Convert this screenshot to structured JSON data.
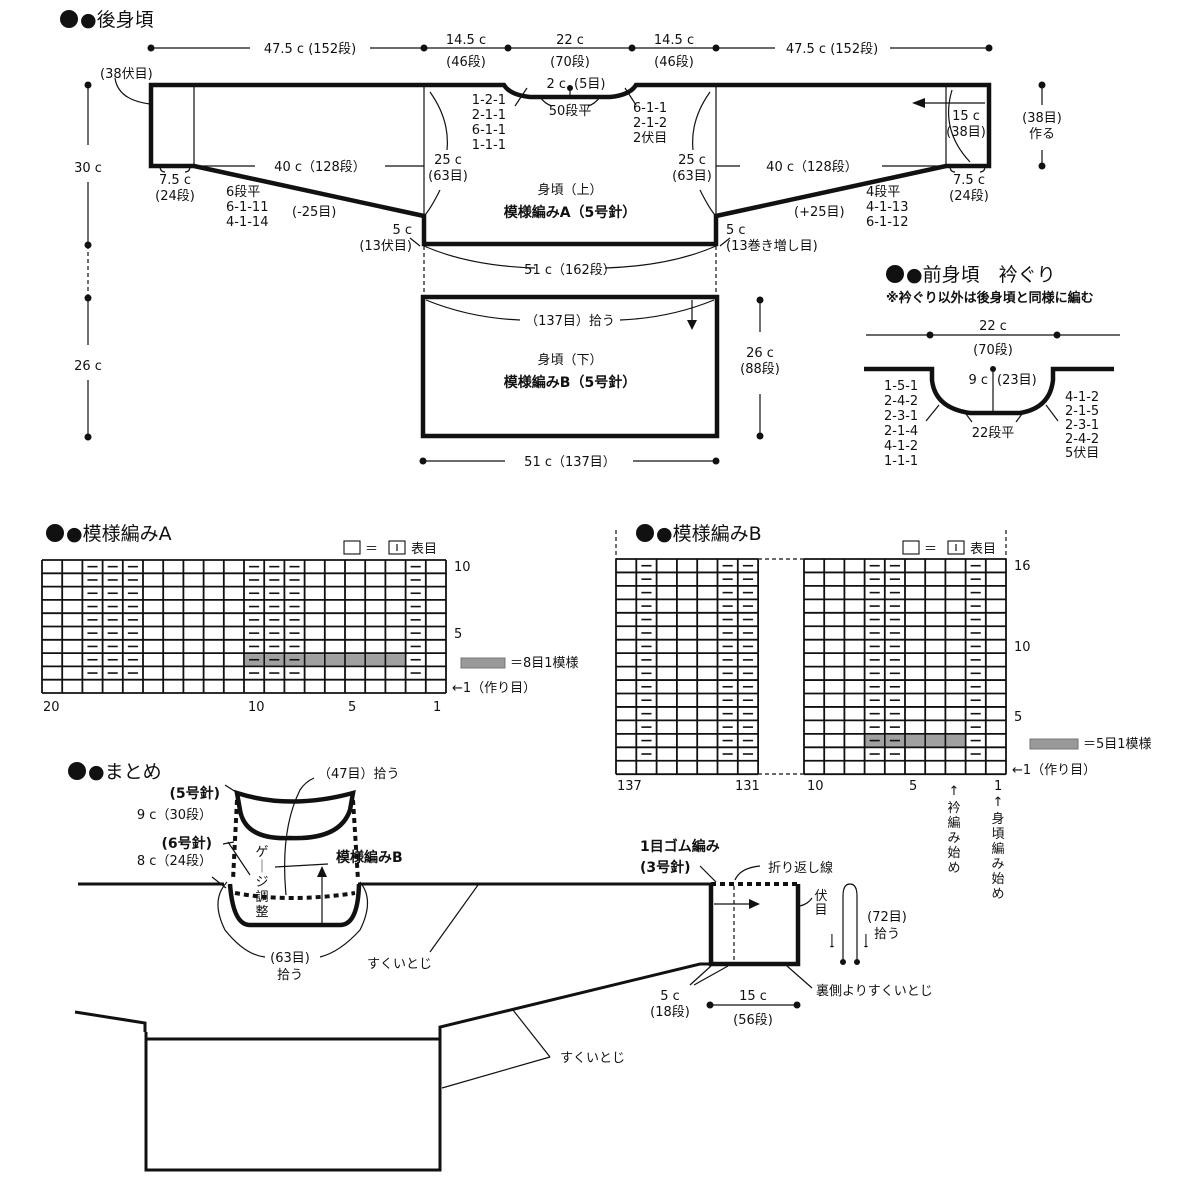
{
  "back_body": {
    "title": "●後身頃",
    "dims_top": [
      {
        "value": "47.5 c",
        "rows": "(152段)"
      },
      {
        "value": "14.5 c",
        "rows": "(46段)"
      },
      {
        "value": "22 c",
        "rows": "(70段)"
      },
      {
        "value": "14.5 c",
        "rows": "(46段)"
      },
      {
        "value": "47.5 c",
        "rows": "(152段)"
      }
    ],
    "left_bind_off": "(38伏目)",
    "height_upper": "30 c",
    "height_lower": "26 c",
    "neck_depth": "2 c",
    "neck_depth_sts": "(5目)",
    "neck_flat": "50段平",
    "neck_left_dec": [
      "1-2-1",
      "2-1-1",
      "6-1-1",
      "1-1-1"
    ],
    "neck_right_dec": [
      "6-1-1",
      "2-1-2",
      "2伏目"
    ],
    "sleeve_len_left": "40 c（128段）",
    "sleeve_len_right": "40 c（128段）",
    "armhole_left": "25 c",
    "armhole_left_sts": "(63目)",
    "armhole_right": "25 c",
    "armhole_right_sts": "(63目)",
    "cuff_left": "7.5 c",
    "cuff_left_rows": "(24段)",
    "cuff_right": "7.5 c",
    "cuff_right_rows": "(24段)",
    "left_dec": [
      "6段平",
      "6-1-11",
      "4-1-14"
    ],
    "left_dec_total": "(-25目)",
    "right_inc": [
      "4段平",
      "4-1-13",
      "6-1-12"
    ],
    "right_inc_total": "(+25目)",
    "side_left": "5 c",
    "side_left_sts": "(13伏目)",
    "side_right": "5 c",
    "side_right_sts": "(13巻き増し目)",
    "cast_on_width": "15 c",
    "cast_on_sts": "(38目)",
    "cast_on_note": "(38目)",
    "cast_on_note2": "作る",
    "upper_label": "身頃（上）",
    "upper_pattern": "模様編みA（5号針）",
    "upper_width": "51 c（162段）",
    "lower_pickup": "（137目）拾う",
    "lower_label": "身頃（下）",
    "lower_pattern": "模様編みB（5号針）",
    "lower_height": "26 c",
    "lower_height_rows": "(88段)",
    "lower_width": "51 c（137目）"
  },
  "front_neck": {
    "title": "●前身頃　衿ぐり",
    "note": "※衿ぐり以外は後身頃と同様に編む",
    "width": "22 c",
    "width_rows": "(70段)",
    "depth": "9 c",
    "depth_sts": "(23目)",
    "flat": "22段平",
    "left_dec": [
      "1-5-1",
      "2-4-2",
      "2-3-1",
      "2-1-4",
      "4-1-2",
      "1-1-1"
    ],
    "right_dec": [
      "4-1-2",
      "2-1-5",
      "2-3-1",
      "2-4-2",
      "5伏目"
    ]
  },
  "pattern_a": {
    "title": "●模様編みA",
    "legend_eq": "＝",
    "legend_label": "表目",
    "repeat_label": "＝8目1模様",
    "cast_on_label": "←1（作り目）",
    "row_labels": [
      "10",
      "5"
    ],
    "col_labels": [
      "20",
      "10",
      "5",
      "1"
    ],
    "cols": 20,
    "rows": 10,
    "purl_cols": [
      18,
      17,
      16,
      10,
      9,
      8,
      2
    ],
    "purl_rows_from": 2,
    "repeat_row": 3,
    "repeat_cols": [
      10,
      3
    ],
    "highlight_color": "#a0a0a0"
  },
  "pattern_b": {
    "title": "●模様編みB",
    "legend_eq": "＝",
    "legend_label": "表目",
    "repeat_label": "＝5目1模様",
    "cast_on_label": "←1（作り目）",
    "row_labels": [
      "16",
      "10",
      "5"
    ],
    "col_labels": [
      "137",
      "131",
      "10",
      "5",
      "1"
    ],
    "left_cols": [
      137,
      136,
      135,
      134,
      133,
      132,
      131
    ],
    "right_cols": [
      10,
      9,
      8,
      7,
      6,
      5,
      4,
      3,
      2,
      1
    ],
    "rows": 16,
    "purl_cols": [
      136,
      132,
      131,
      7,
      6,
      2
    ],
    "purl_rows_from": 2,
    "repeat_row": 3,
    "repeat_cols": [
      7,
      3
    ],
    "collar_start": "衿編み始め",
    "body_start": "身頃編み始め",
    "highlight_color": "#a0a0a0"
  },
  "finishing": {
    "title": "●まとめ",
    "collar_top_needle": "(5号針)",
    "collar_top_dim": "9 c（30段）",
    "collar_bottom_needle": "(6号針)",
    "collar_bottom_dim": "8 c（24段）",
    "collar_pickup_top": "（47目）拾う",
    "gauge_adjust": "ゲージ調整",
    "collar_pattern": "模様編みB",
    "collar_pickup_bottom": "(63目)",
    "collar_pickup_bottom2": "拾う",
    "side_seam": "すくいとじ",
    "side_seam2": "すくいとじ",
    "cuff_rib": "1目ゴム編み",
    "cuff_needle": "(3号針)",
    "fold_line": "折り返し線",
    "bind_off": "伏目",
    "cuff_pickup": "(72目)",
    "cuff_pickup2": "拾う",
    "cuff_height": "5 c",
    "cuff_height_rows": "(18段)",
    "cuff_width": "15 c",
    "cuff_width_rows": "(56段)",
    "cuff_seam": "裏側よりすくいとじ"
  }
}
